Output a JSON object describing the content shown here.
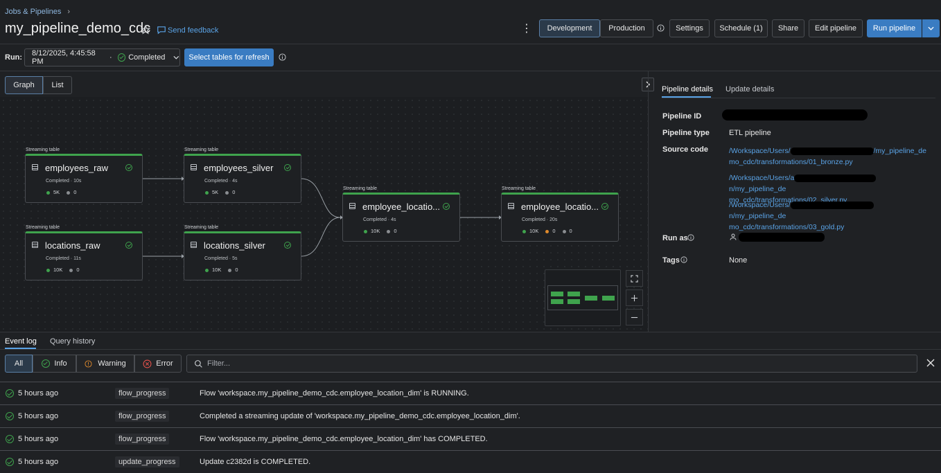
{
  "header": {
    "breadcrumb": "Jobs & Pipelines",
    "breadcrumb_sep": "›",
    "title": "my_pipeline_demo_cdc",
    "feedback": "Send feedback",
    "more": "⋮",
    "dev_label": "Development",
    "prod_label": "Production",
    "settings": "Settings",
    "schedule": "Schedule (1)",
    "share": "Share",
    "edit": "Edit pipeline",
    "run": "Run pipeline"
  },
  "runbar": {
    "label": "Run:",
    "datetime": "8/12/2025, 4:45:58 PM",
    "dot": "·",
    "status": "Completed",
    "refresh": "Select tables for refresh"
  },
  "view": {
    "graph": "Graph",
    "list": "List"
  },
  "nodes": [
    {
      "kind": "Streaming table",
      "name": "employees_raw",
      "status": "Completed · 10s",
      "m1": "5K",
      "m2": "0"
    },
    {
      "kind": "Streaming table",
      "name": "employees_silver",
      "status": "Completed · 4s",
      "m1": "5K",
      "m2": "0"
    },
    {
      "kind": "Streaming table",
      "name": "locations_raw",
      "status": "Completed · 11s",
      "m1": "10K",
      "m2": "0"
    },
    {
      "kind": "Streaming table",
      "name": "locations_silver",
      "status": "Completed · 5s",
      "m1": "10K",
      "m2": "0"
    },
    {
      "kind": "Streaming table",
      "name": "employee_locatio...",
      "status": "Completed · 4s",
      "m1": "10K",
      "m2": "0"
    },
    {
      "kind": "Streaming table",
      "name": "employee_locatio...",
      "status": "Completed · 20s",
      "m1": "10K",
      "m2": "0",
      "m3": "0"
    }
  ],
  "details": {
    "tab_pipeline": "Pipeline details",
    "tab_update": "Update details",
    "pid_label": "Pipeline ID",
    "ptype_label": "Pipeline type",
    "ptype_value": "ETL pipeline",
    "source_label": "Source code",
    "sources": [
      {
        "a": "/Workspace/Users/",
        "b": "/my_pipeline_de",
        "c": "mo_cdc/transformations/01_bronze.py"
      },
      {
        "a": "/Workspace/Users/a",
        "b": "n/my_pipeline_de",
        "c": "mo_cdc/transformations/02_silver.py"
      },
      {
        "a": "/Workspace/Users/",
        "b": "n/my_pipeline_de",
        "c": "mo_cdc/transformations/03_gold.py"
      }
    ],
    "runas_label": "Run as",
    "tags_label": "Tags",
    "tags_value": "None"
  },
  "log": {
    "tab_event": "Event log",
    "tab_query": "Query history",
    "all": "All",
    "info": "Info",
    "warning": "Warning",
    "error": "Error",
    "filter_placeholder": "Filter...",
    "rows": [
      {
        "time": "5 hours ago",
        "kind": "flow_progress",
        "msg": "Flow 'workspace.my_pipeline_demo_cdc.employee_location_dim' is RUNNING."
      },
      {
        "time": "5 hours ago",
        "kind": "flow_progress",
        "msg": "Completed a streaming update of 'workspace.my_pipeline_demo_cdc.employee_location_dim'."
      },
      {
        "time": "5 hours ago",
        "kind": "flow_progress",
        "msg": "Flow 'workspace.my_pipeline_demo_cdc.employee_location_dim' has COMPLETED."
      },
      {
        "time": "5 hours ago",
        "kind": "update_progress",
        "msg": "Update c2382d is COMPLETED."
      }
    ]
  },
  "colors": {
    "accent": "#3a7cc2",
    "success": "#3fa34d",
    "warning": "#e08a2c",
    "link": "#5aa3e6"
  }
}
